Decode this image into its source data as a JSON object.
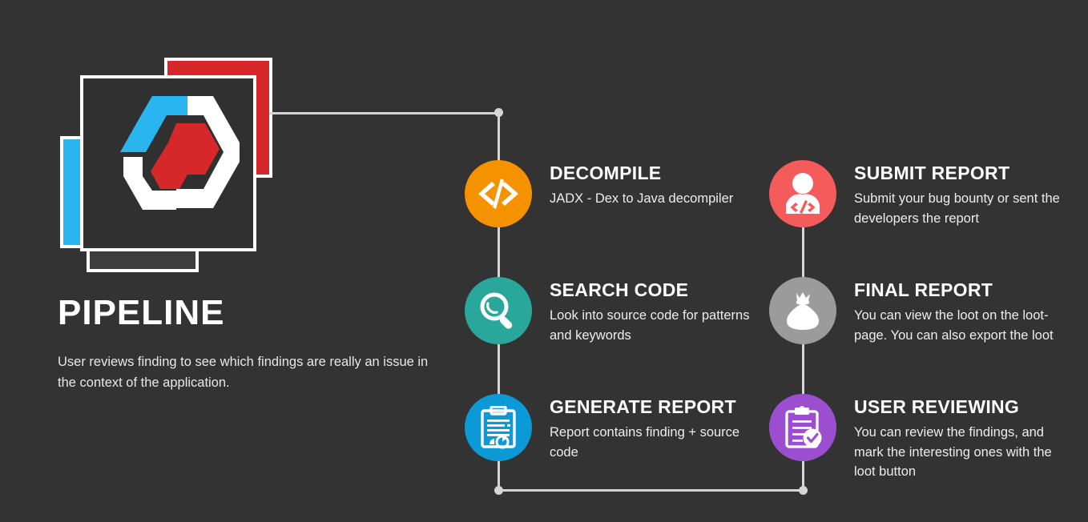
{
  "background_color": "#333333",
  "brand": {
    "logo_name": "pipeline-logo",
    "card_colors": [
      "#d6282b",
      "#29b6f0",
      "#303030",
      "#3d3d3d"
    ],
    "mark_colors": {
      "blue": "#29b6f0",
      "red": "#d6282b",
      "white": "#ffffff"
    }
  },
  "title": {
    "heading": "PIPELINE",
    "description": "User reviews finding to see which findings are really an issue in the context of the application."
  },
  "steps": [
    {
      "id": "decompile",
      "title": "DECOMPILE",
      "description": "JADX - Dex to Java decompiler",
      "icon": "code-brackets-icon",
      "color": "#f59200"
    },
    {
      "id": "search-code",
      "title": "SEARCH CODE",
      "description": "Look into source code for patterns and keywords",
      "icon": "magnifier-icon",
      "color": "#2aa79b"
    },
    {
      "id": "generate-report",
      "title": "GENERATE REPORT",
      "description": "Report contains finding + source code",
      "icon": "clipboard-chart-icon",
      "color": "#0b9ad5"
    },
    {
      "id": "submit-report",
      "title": "SUBMIT REPORT",
      "description": "Submit your bug bounty or sent the developers the report",
      "icon": "developer-person-icon",
      "color": "#f45b5b"
    },
    {
      "id": "final-report",
      "title": "FINAL REPORT",
      "description": "You can view the loot on the loot-page. You can also export the loot",
      "icon": "money-bag-icon",
      "color": "#9b9b9b"
    },
    {
      "id": "user-reviewing",
      "title": "USER REVIEWING",
      "description": "You can review the findings, and mark the interesting ones with the loot button",
      "icon": "clipboard-check-icon",
      "color": "#9b4fd0"
    }
  ],
  "connectors": {
    "color": "#d5d5d5"
  }
}
